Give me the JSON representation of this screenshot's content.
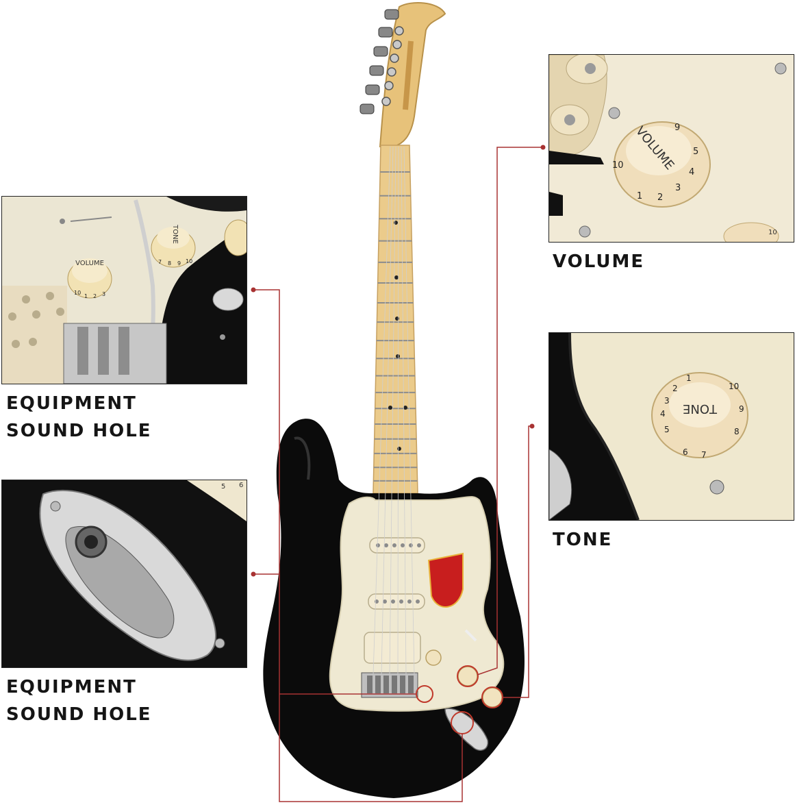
{
  "captions": {
    "top_left": {
      "line1": "EQUIPMENT",
      "line2": "SOUND HOLE"
    },
    "bottom_left": {
      "line1": "EQUIPMENT",
      "line2": "SOUND HOLE"
    },
    "top_right": "VOLUME",
    "bottom_right": "TONE"
  },
  "knob_labels": {
    "volume": "VOLUME",
    "tone": "TONE",
    "volume_numbers": [
      "1",
      "2",
      "3",
      "4",
      "5",
      "9",
      "10"
    ],
    "tone_numbers": [
      "1",
      "2",
      "3",
      "4",
      "5",
      "6",
      "7",
      "8",
      "9",
      "10"
    ],
    "closeup_left_volume_numbers": [
      "1",
      "2",
      "3",
      "10"
    ],
    "closeup_left_tone_numbers": [
      "7",
      "8",
      "9",
      "10"
    ]
  },
  "colors": {
    "guitar_body": "#0b0b0b",
    "pickguard": "#efe9d2",
    "neck": "#e9c98a",
    "leader_line": "#a83232",
    "badge": "#c81e1e"
  }
}
